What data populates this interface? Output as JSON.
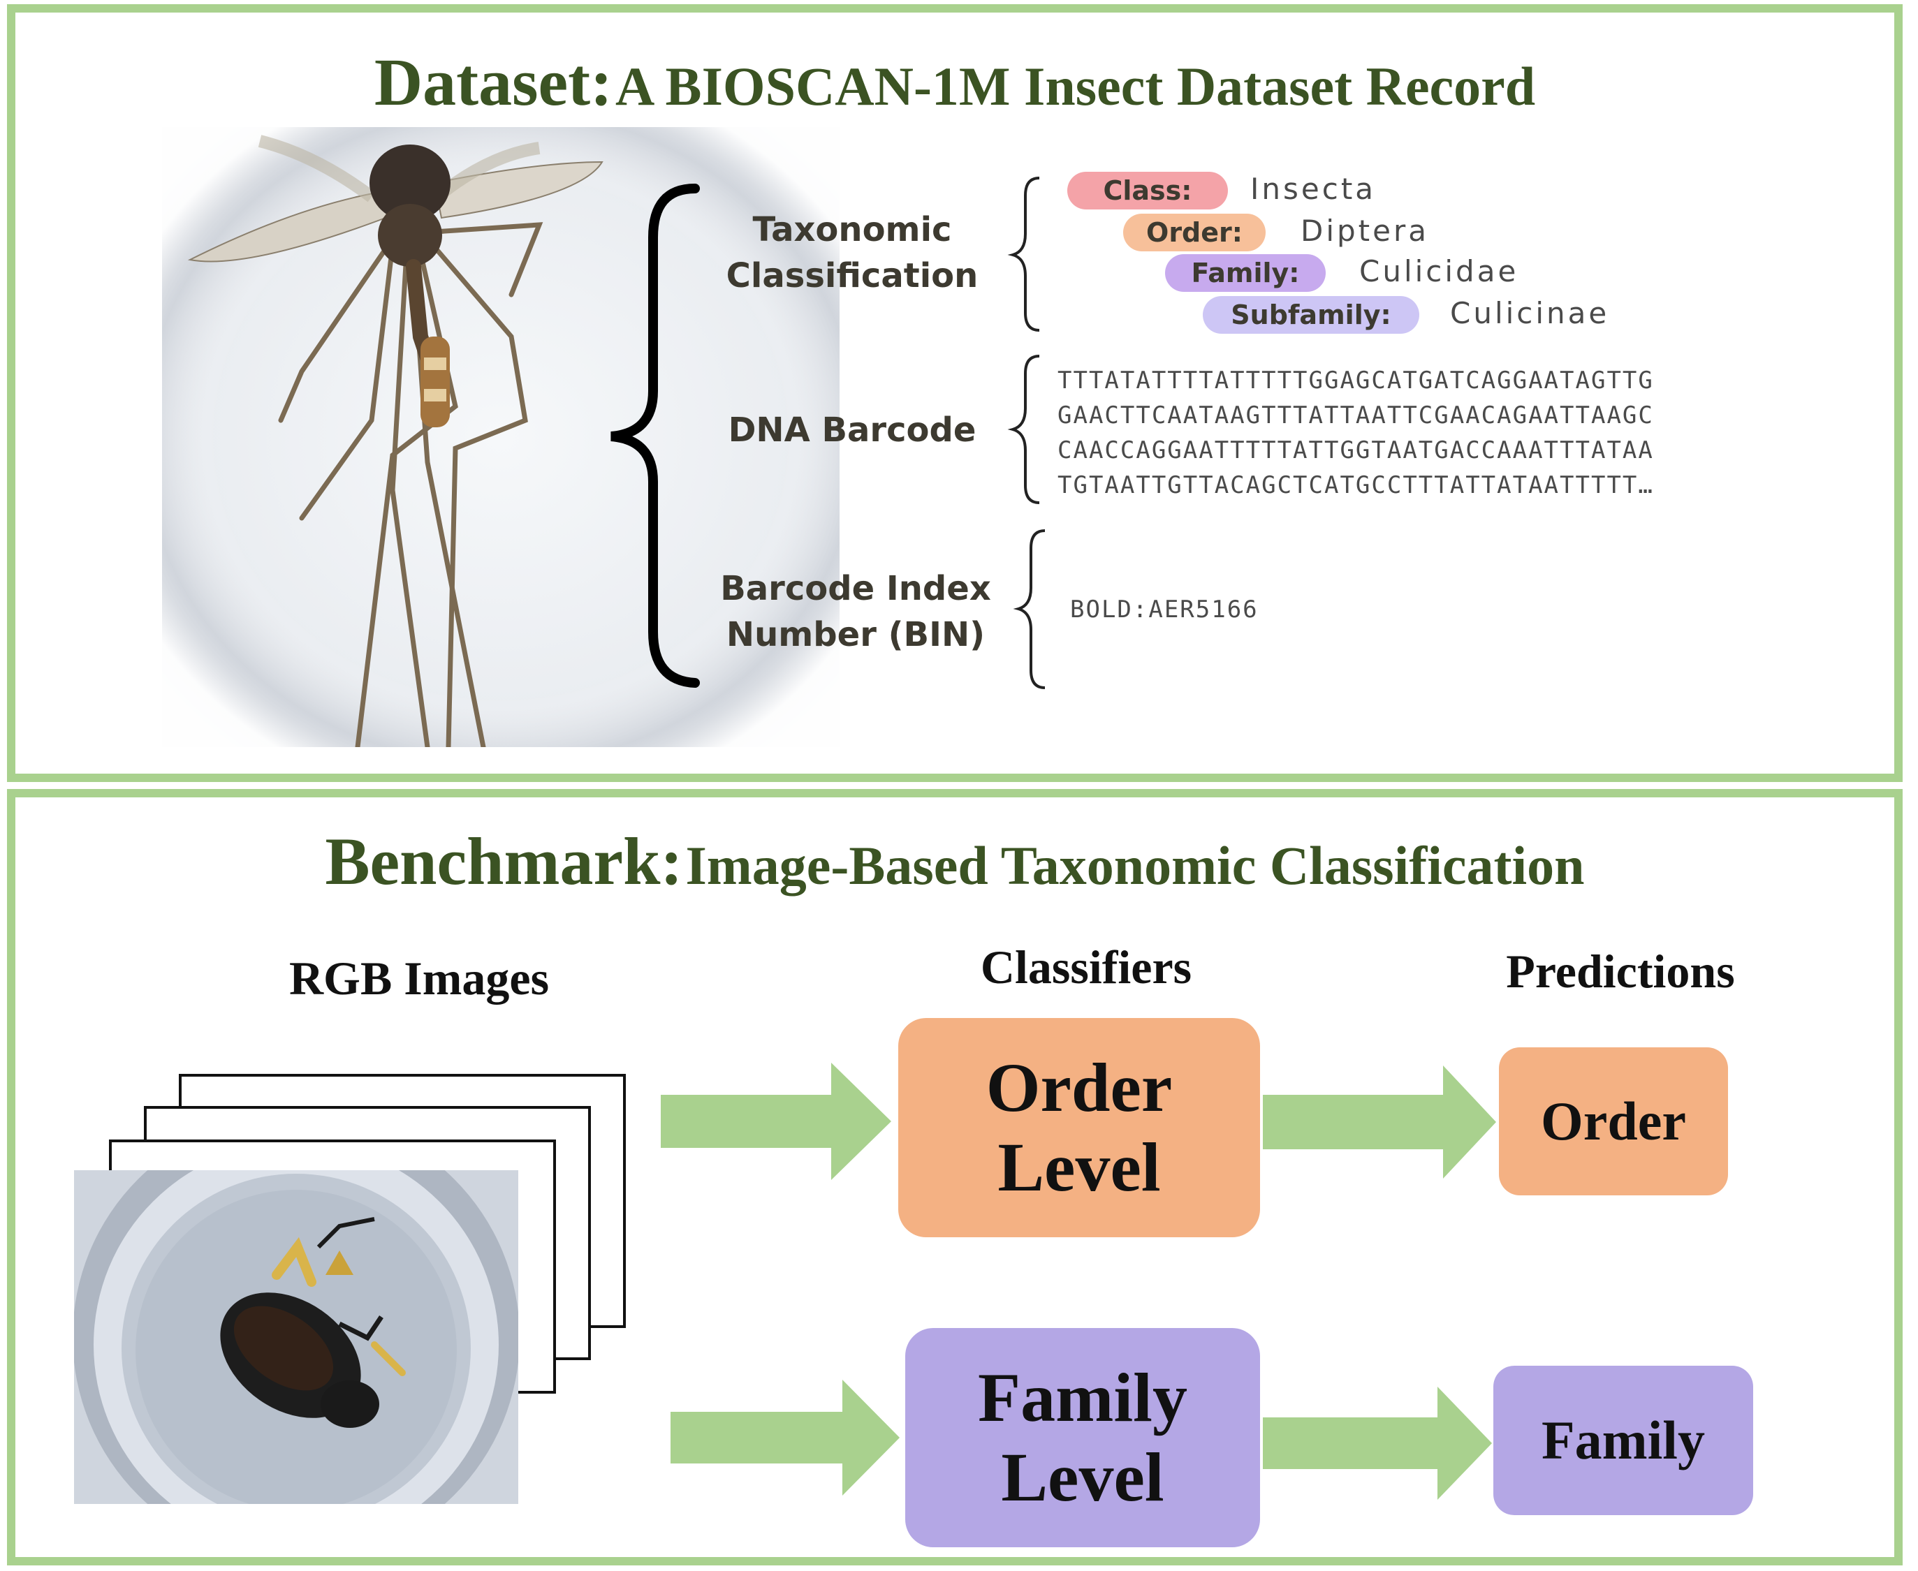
{
  "dataset": {
    "heading_main": "Dataset:",
    "heading_sub": "A BIOSCAN-1M Insect Dataset Record",
    "sections": {
      "taxonomic": {
        "line1": "Taxonomic",
        "line2": "Classification"
      },
      "dna": {
        "label": "DNA Barcode"
      },
      "bin": {
        "line1": "Barcode Index",
        "line2": "Number (BIN)"
      }
    },
    "taxonomy": [
      {
        "rank": "Class:",
        "value": "Insecta",
        "color": "#f4a3a8"
      },
      {
        "rank": "Order:",
        "value": "Diptera",
        "color": "#f7c09a"
      },
      {
        "rank": "Family:",
        "value": "Culicidae",
        "color": "#c7aaee"
      },
      {
        "rank": "Subfamily:",
        "value": "Culicinae",
        "color": "#cdc6f5"
      }
    ],
    "dna_barcode": [
      "TTTATATTTTATTTTTGGAGCATGATCAGGAATAGTTG",
      "GAACTTCAATAAGTTTATTAATTCGAACAGAATTAAGC",
      "CAACCAGGAATTTTTATTGGTAATGACCAAATTTATAA",
      "TGTAATTGTTACAGCTCATGCCTTTATTATAATTTTT…"
    ],
    "bin_value": "BOLD:AER5166"
  },
  "benchmark": {
    "heading_main": "Benchmark:",
    "heading_sub": "Image-Based Taxonomic Classification",
    "col_images": "RGB Images",
    "col_classifiers": "Classifiers",
    "col_predictions": "Predictions",
    "classifier_order": {
      "line1": "Order",
      "line2": "Level"
    },
    "classifier_family": {
      "line1": "Family",
      "line2": "Level"
    },
    "prediction_order": "Order",
    "prediction_family": "Family"
  },
  "colors": {
    "border_green": "#a9d18e",
    "heading_green": "#3b5323",
    "order_orange": "#f4b183",
    "family_purple": "#b4a7e5",
    "arrow_green": "#a9d18e"
  }
}
